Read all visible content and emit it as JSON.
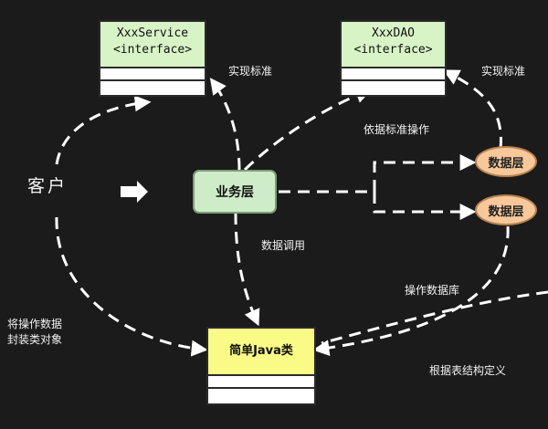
{
  "diagram": {
    "service_box": {
      "name": "XxxService",
      "stereotype": "<interface>"
    },
    "dao_box": {
      "name": "XxxDAO",
      "stereotype": "<interface>"
    },
    "business_layer": "业务层",
    "client": "客户",
    "java_class": "简单Java类",
    "data_layer_top": "数据层",
    "data_layer_bottom": "数据层",
    "labels": {
      "implement_standard_left": "实现标准",
      "implement_standard_right": "实现标准",
      "operate_by_standard": "依据标准操作",
      "data_call": "数据调用",
      "operate_database": "操作数据库",
      "encapsulate_objects": "将操作数据\n封装类对象",
      "define_by_table": "根据表结构定义"
    }
  }
}
